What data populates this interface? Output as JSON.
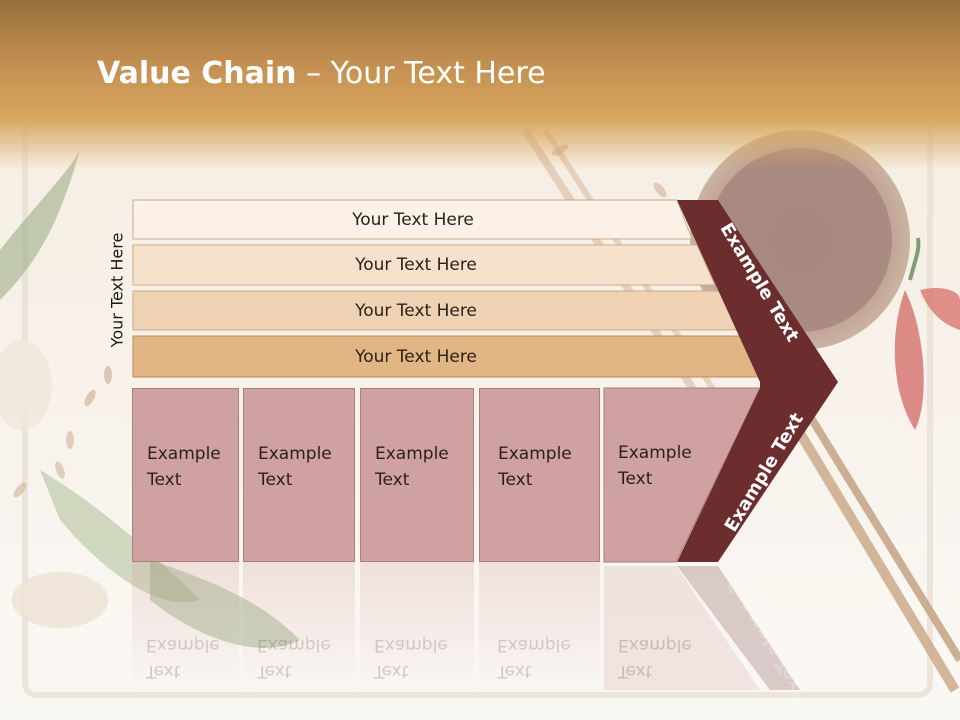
{
  "title": {
    "bold": "Value Chain",
    "rest": " – Your Text Here"
  },
  "side_label": "Your Text Here",
  "rows": [
    {
      "label": "Your Text Here",
      "color": "#fbf1e6"
    },
    {
      "label": "Your Text Here",
      "color": "#f6e1cc"
    },
    {
      "label": "Your Text Here",
      "color": "#efd2b3"
    },
    {
      "label": "Your Text Here",
      "color": "#e2b585"
    }
  ],
  "cells": [
    {
      "line1": "Example",
      "line2": "Text"
    },
    {
      "line1": "Example",
      "line2": "Text"
    },
    {
      "line1": "Example",
      "line2": "Text"
    },
    {
      "line1": "Example",
      "line2": "Text"
    },
    {
      "line1": "Example",
      "line2": "Text"
    }
  ],
  "arrow": {
    "upper": "Example Text",
    "lower": "Example Text",
    "color": "#6b2d2d"
  },
  "colors": {
    "cell": "#d0a1a1",
    "header": "#c08d4f"
  }
}
